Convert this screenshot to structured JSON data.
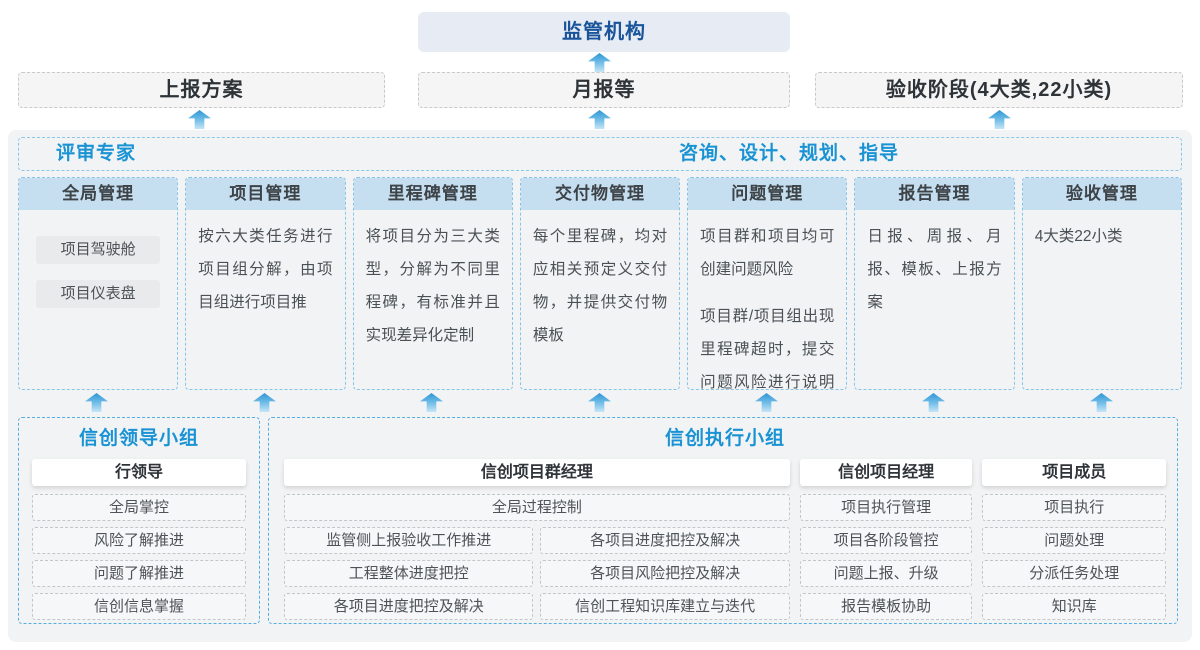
{
  "colors": {
    "accent_azure": "#1a93d4",
    "regulator_navy": "#1a549b",
    "regulator_bg": "#e7ecf4",
    "column_header_bg": "#c5dff1",
    "container_bg": "#f2f3f4",
    "dashed_blue": "#57ade1",
    "arrow_blue": "#2f95d6"
  },
  "top": {
    "regulator": "监管机构",
    "outputs": [
      "上报方案",
      "月报等",
      "验收阶段(4大类,22小类)"
    ]
  },
  "expert_bar": {
    "left_label": "评审专家",
    "right_label": "咨询、设计、规划、指导"
  },
  "columns": [
    {
      "title": "全局管理",
      "chips": [
        "项目驾驶舱",
        "项目仪表盘"
      ]
    },
    {
      "title": "项目管理",
      "paragraphs": [
        "按六大类任务进行项目组分解，由项目组进行项目推"
      ]
    },
    {
      "title": "里程碑管理",
      "paragraphs": [
        "将项目分为三大类型，分解为不同里程碑，有标准并且实现差异化定制"
      ]
    },
    {
      "title": "交付物管理",
      "paragraphs": [
        "每个里程碑，均对应相关预定义交付物，并提供交付物模板"
      ]
    },
    {
      "title": "问题管理",
      "paragraphs": [
        "项目群和项目均可创建问题风险",
        "项目群/项目组出现里程碑超时，提交问题风险进行说明和解决"
      ]
    },
    {
      "title": "报告管理",
      "paragraphs": [
        "日报、周报、月报、模板、上报方案"
      ]
    },
    {
      "title": "验收管理",
      "paragraphs": [
        "4大类22小类"
      ]
    }
  ],
  "bottom": {
    "leader_group": {
      "title": "信创领导小组",
      "role": "行领导",
      "items": [
        "全局掌控",
        "风险了解推进",
        "问题了解推进",
        "信创信息掌握"
      ]
    },
    "exec_group": {
      "title": "信创执行小组",
      "program_manager": {
        "role": "信创项目群经理",
        "full_item": "全局过程控制",
        "left_items": [
          "监管侧上报验收工作推进",
          "工程整体进度把控",
          "各项目进度把控及解决"
        ],
        "right_items": [
          "各项目进度把控及解决",
          "各项目风险把控及解决",
          "信创工程知识库建立与迭代"
        ]
      },
      "project_manager": {
        "role": "信创项目经理",
        "items": [
          "项目执行管理",
          "项目各阶段管控",
          "问题上报、升级",
          "报告模板协助"
        ]
      },
      "member": {
        "role": "项目成员",
        "items": [
          "项目执行",
          "问题处理",
          "分派任务处理",
          "知识库"
        ]
      }
    }
  }
}
